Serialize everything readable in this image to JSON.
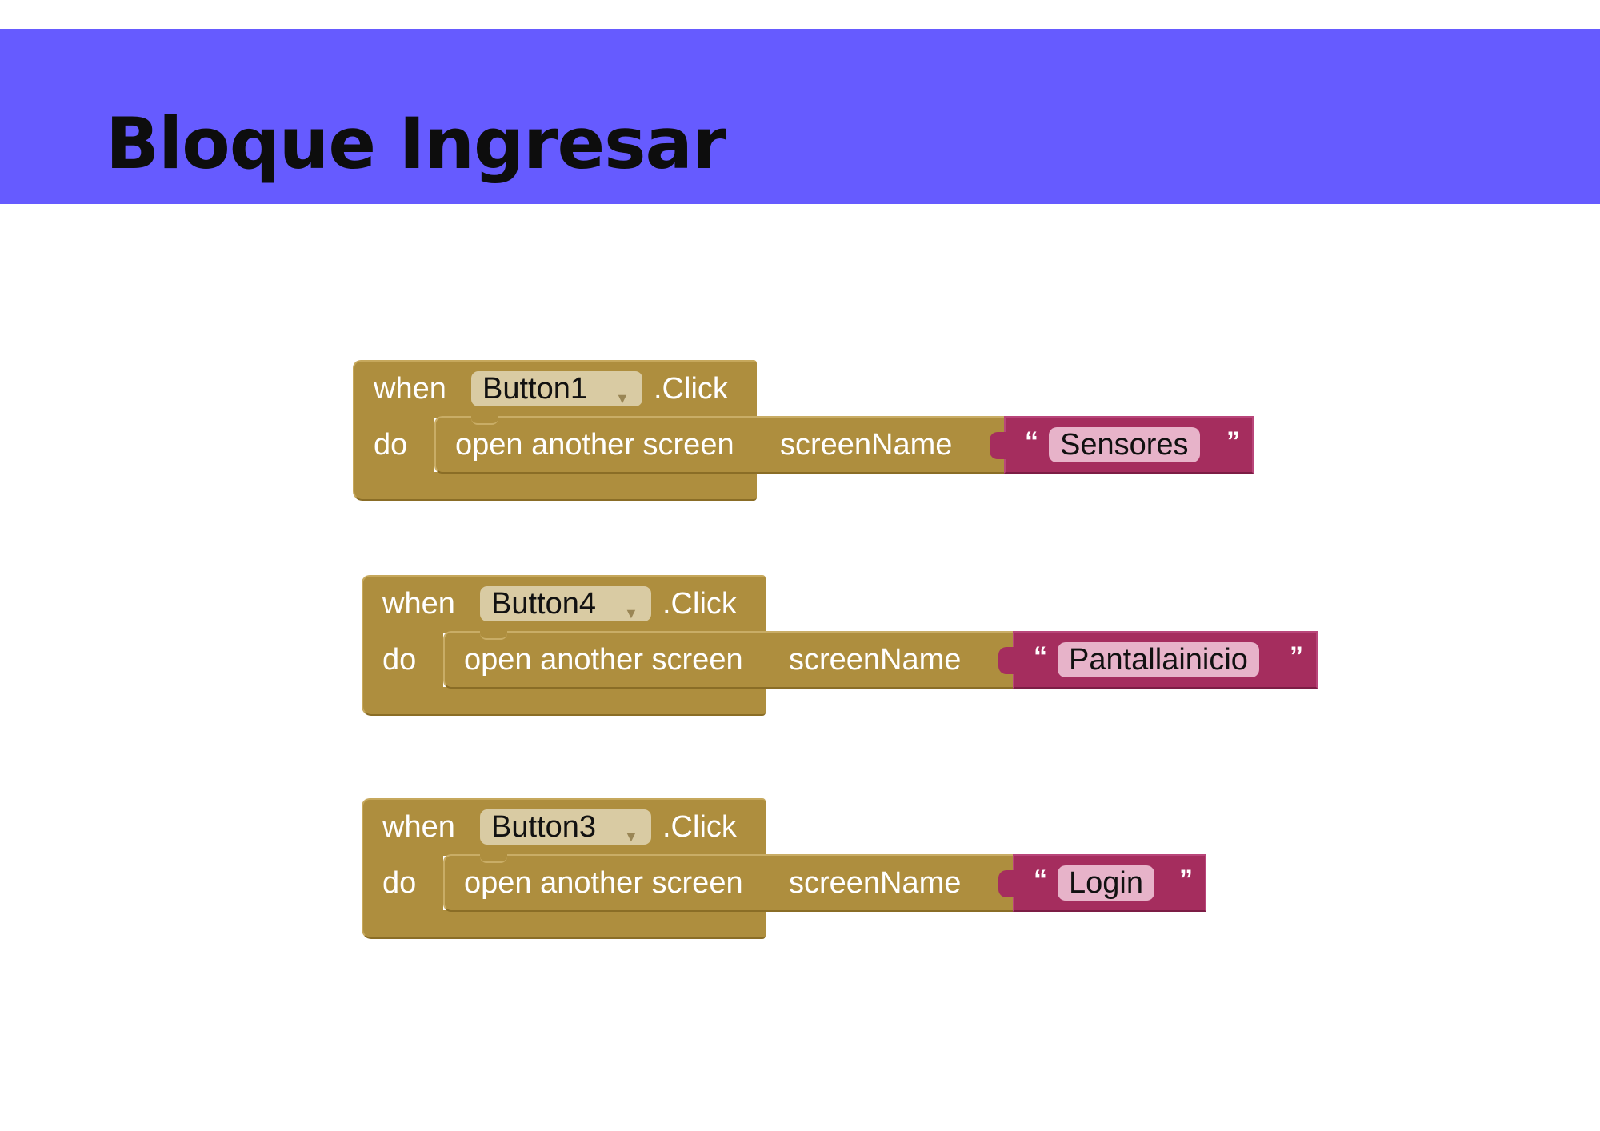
{
  "page": {
    "title": "Bloque Ingresar"
  },
  "blocks": [
    {
      "when": "when",
      "component": "Button1",
      "event": ".Click",
      "do": "do",
      "action": "open another screen",
      "param": "screenName",
      "open_quote": "“",
      "close_quote": "”",
      "value": "Sensores"
    },
    {
      "when": "when",
      "component": "Button4",
      "event": ".Click",
      "do": "do",
      "action": "open another screen",
      "param": "screenName",
      "open_quote": "“",
      "close_quote": "”",
      "value": "Pantallainicio"
    },
    {
      "when": "when",
      "component": "Button3",
      "event": ".Click",
      "do": "do",
      "action": "open another screen",
      "param": "screenName",
      "open_quote": "“",
      "close_quote": "”",
      "value": "Login"
    }
  ],
  "colors": {
    "header": "#665bff",
    "event_block": "#ae8e3e",
    "text_block": "#a52d5e"
  },
  "icons": {
    "dropdown": "caret-down-icon"
  }
}
